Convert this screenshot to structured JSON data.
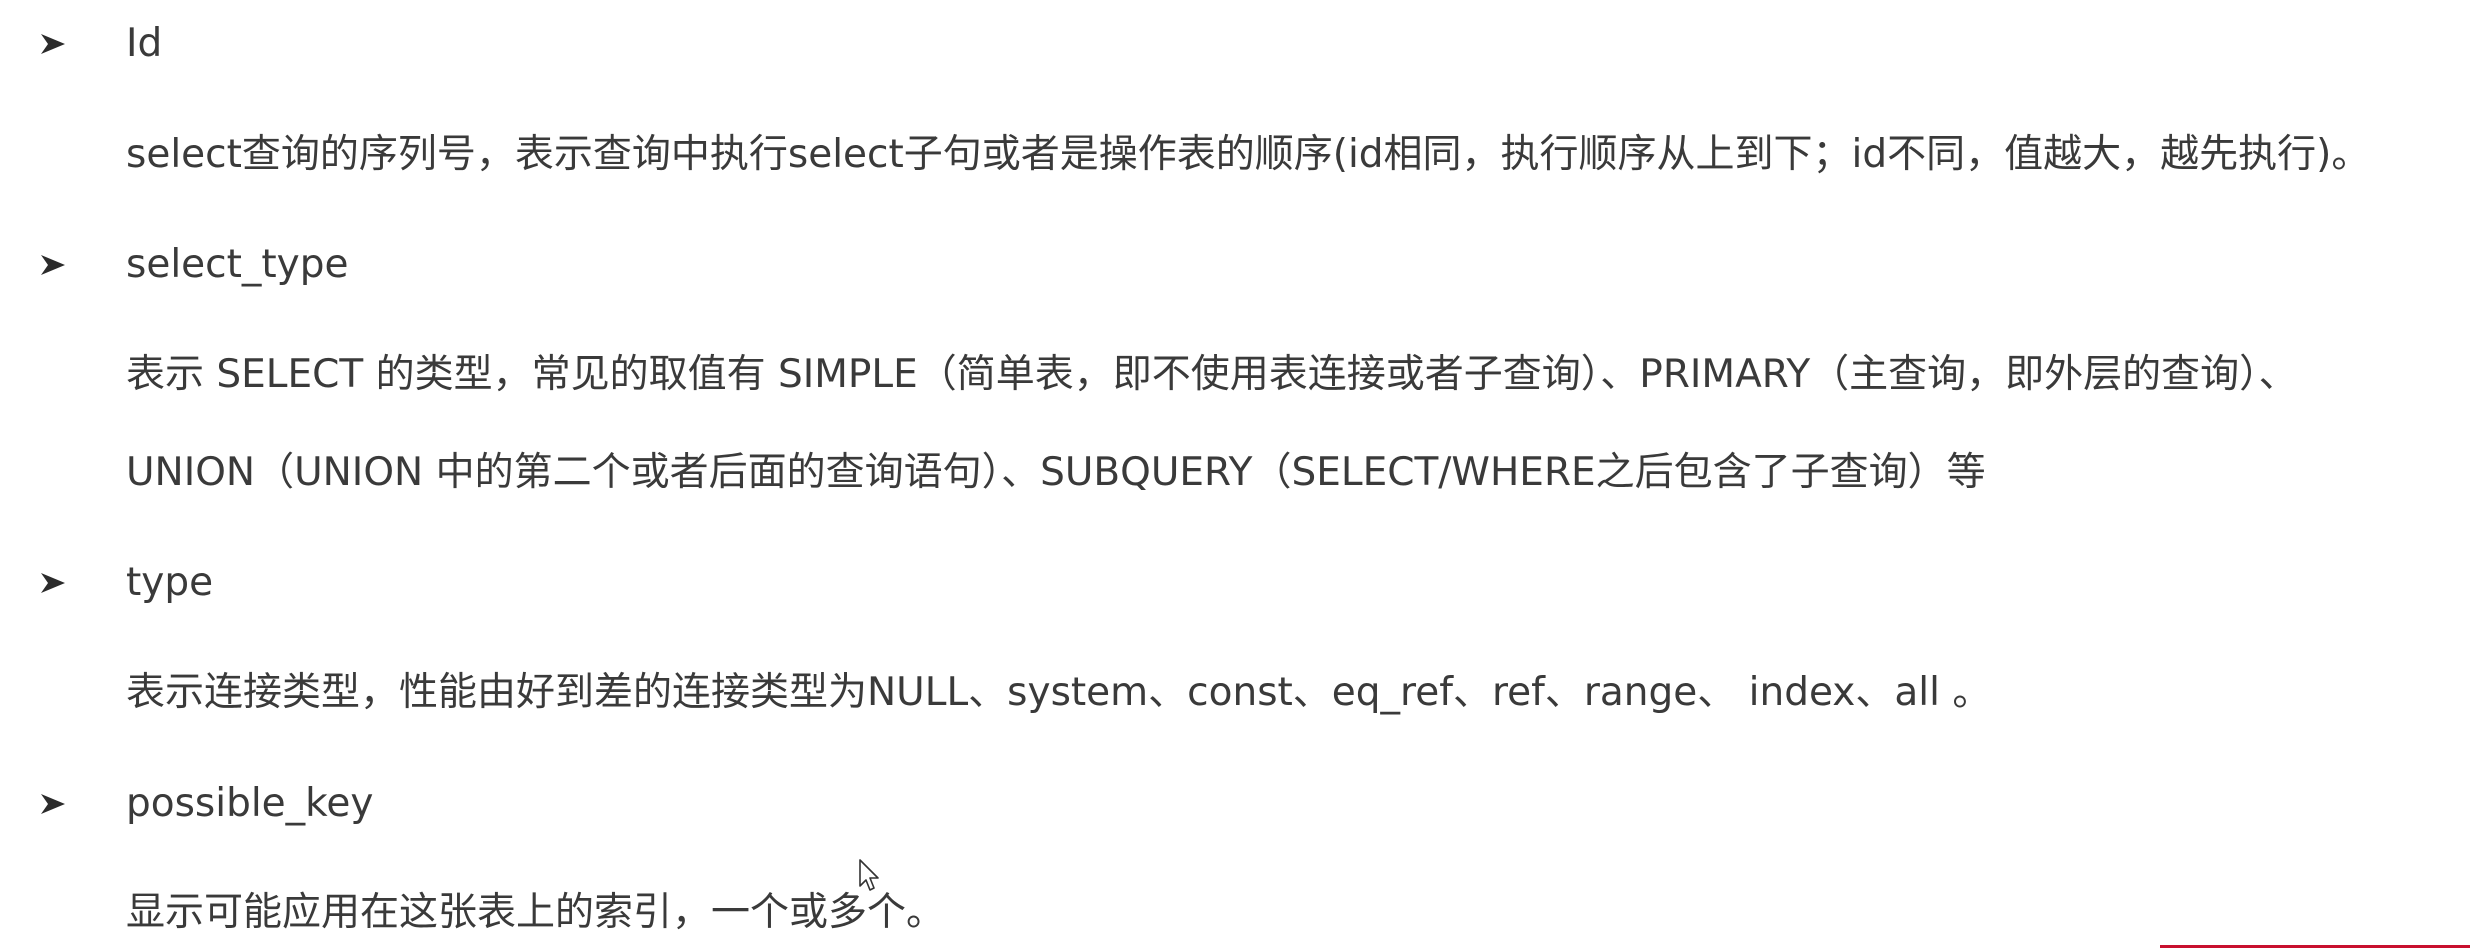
{
  "sections": [
    {
      "term": "Id",
      "description": [
        "select查询的序列号，表示查询中执行select子句或者是操作表的顺序(id相同，执行顺序从上到下；id不同，值越大，越先执行)。"
      ]
    },
    {
      "term": "select_type",
      "description": [
        "表示 SELECT 的类型，常见的取值有 SIMPLE（简单表，即不使用表连接或者子查询）、PRIMARY（主查询，即外层的查询）、",
        "UNION（UNION 中的第二个或者后面的查询语句）、SUBQUERY（SELECT/WHERE之后包含了子查询）等"
      ]
    },
    {
      "term": "type",
      "description": [
        "表示连接类型，性能由好到差的连接类型为NULL、system、const、eq_ref、ref、range、 index、all 。"
      ]
    },
    {
      "term": "possible_key",
      "description": [
        "显示可能应用在这张表上的索引，一个或多个。"
      ]
    }
  ],
  "icons": {
    "bullet": "arrowhead-bullet-icon",
    "cursor": "mouse-pointer-icon"
  },
  "colors": {
    "text": "#3a3a3a",
    "bullet": "#2b2b2b",
    "accent": "#c8102e"
  }
}
